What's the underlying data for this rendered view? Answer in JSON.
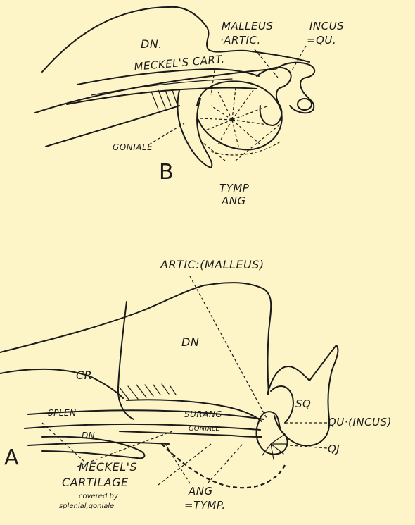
{
  "figure_b": {
    "letter": "B",
    "labels": {
      "dn": "DN.",
      "malleus": "MALLEUS",
      "artic": "·ARTIC.",
      "incus": "INCUS",
      "qu": "=QU.",
      "meckels_cart": "MECKEL'S CART.",
      "goniale": "GONIALE",
      "tymp": "TYMP",
      "ang": "ANG"
    }
  },
  "figure_a": {
    "letter": "A",
    "labels": {
      "artic_malleus": "ARTIC:(MALLEUS)",
      "dn_upper": "DN",
      "cr": "CR",
      "splen": "SPLEN",
      "dn_lower": "DN",
      "surang": "SURANG",
      "goniale": "GONIALE",
      "sq": "SQ",
      "qu_incus": "QU·(INCUS)",
      "qj": "QJ",
      "meckels": "MECKEL'S",
      "cartilage": "CARTILAGE",
      "covered_by": "covered by",
      "splenial_goniale": "splenial,goniale",
      "ang": "ANG",
      "tymp": "=TYMP."
    }
  }
}
